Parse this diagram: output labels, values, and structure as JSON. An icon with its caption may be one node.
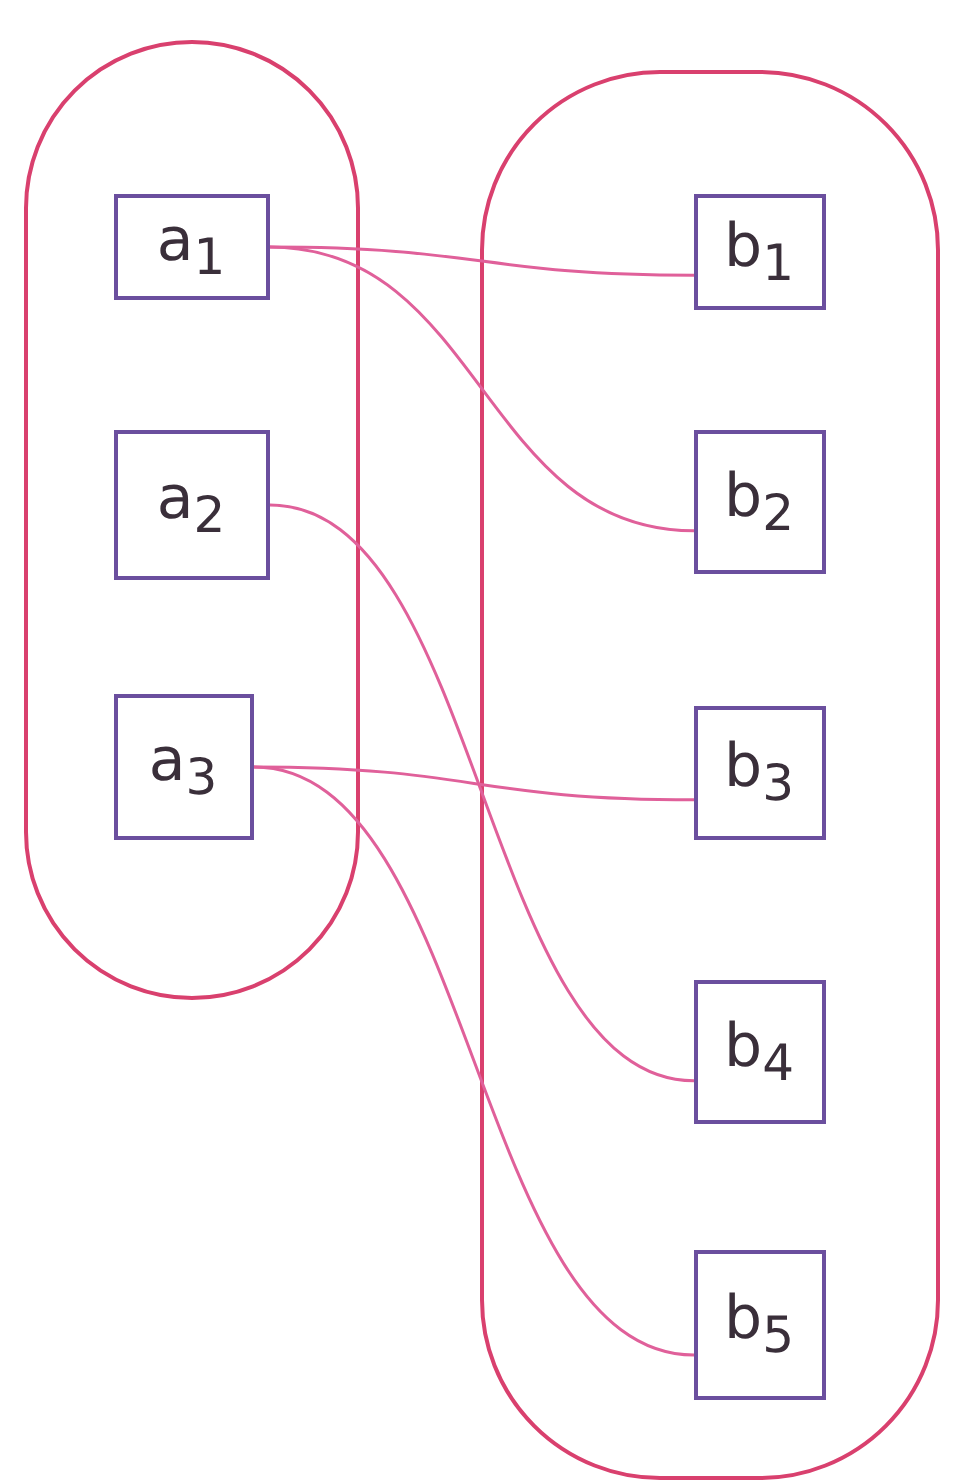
{
  "diagram": {
    "nodes": [
      {
        "text": [],
        "shape": "oval"
      },
      {
        "text": [
          "a$_{1}$"
        ],
        "in": 0
      },
      {
        "text": [
          "a$_{2}$"
        ],
        "in": 0
      },
      {
        "text": [
          "a$_{3}$"
        ],
        "in": 0
      },
      {
        "text": [],
        "shape": "oval"
      },
      {
        "text": [
          "b$_{1}$"
        ],
        "in": 4
      },
      {
        "text": [
          "b$_{2}$"
        ],
        "in": 4
      },
      {
        "text": [
          "b$_{3}$"
        ],
        "in": 4
      },
      {
        "text": [
          "b$_{4}$"
        ],
        "in": 4
      },
      {
        "text": [
          "b$_{5}$"
        ],
        "in": 4
      }
    ],
    "edges": [
      {
        "from": 1,
        "to": 5,
        "arrow": "none"
      },
      {
        "from": 1,
        "to": 6,
        "arrow": "none"
      },
      {
        "from": 2,
        "to": 8,
        "arrow": "none"
      },
      {
        "from": 3,
        "to": 7,
        "arrow": "none"
      },
      {
        "from": 3,
        "to": 9,
        "arrow": "none"
      }
    ]
  }
}
